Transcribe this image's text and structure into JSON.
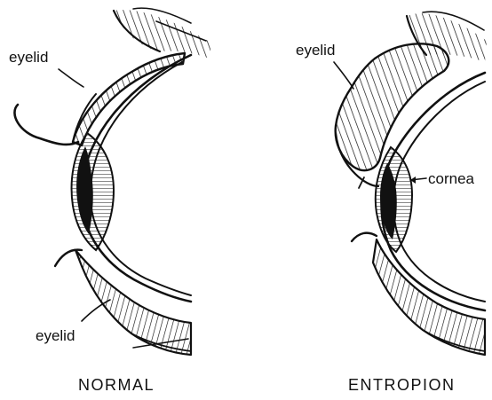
{
  "normal": {
    "upper_eyelid_label": "eyelid",
    "lower_eyelid_label": "eyelid",
    "caption": "NORMAL"
  },
  "entropion": {
    "eyelid_label": "eyelid",
    "cornea_label": "cornea",
    "caption": "ENTROPION"
  }
}
